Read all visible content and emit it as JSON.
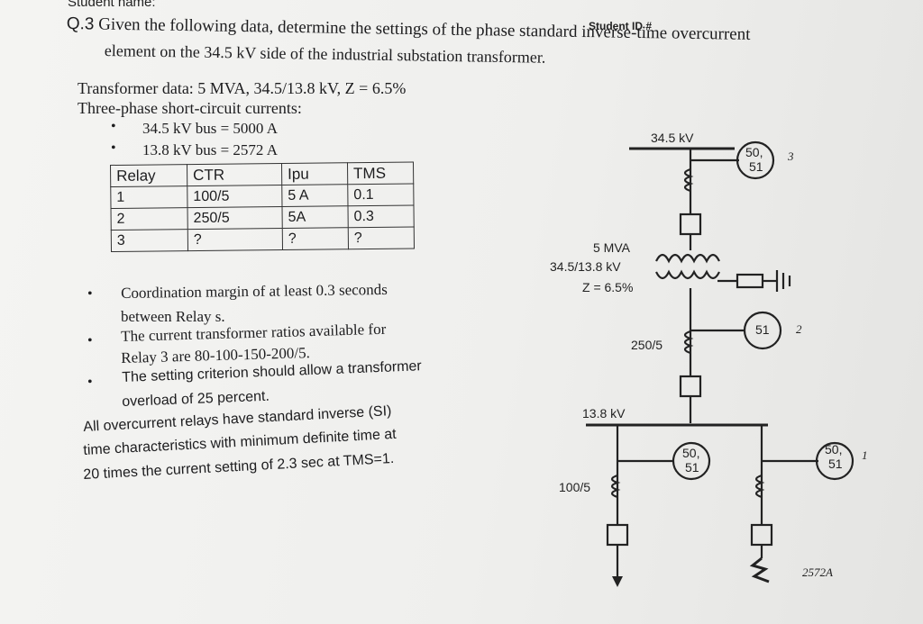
{
  "header": {
    "student_name_label": "Student name:",
    "student_id_label": "Student ID #"
  },
  "question": {
    "number": "Q.3",
    "line1": "Given the following data, determine the settings of the phase standard inverse-time overcurrent",
    "line2": "element on the 34.5 kV side of the industrial substation transformer."
  },
  "transformer_data": "Transformer data: 5 MVA, 34.5/13.8 kV, Z = 6.5%",
  "short_circuit_heading": "Three-phase short-circuit currents:",
  "short_circuit": [
    "34.5 kV bus = 5000 A",
    "13.8 kV bus = 2572 A"
  ],
  "table": {
    "headers": [
      "Relay",
      "CTR",
      "Ipu",
      "TMS"
    ],
    "rows": [
      [
        "1",
        "100/5",
        "5 A",
        "0.1"
      ],
      [
        "2",
        "250/5",
        "5A",
        "0.3"
      ],
      [
        "3",
        "?",
        "?",
        "?"
      ]
    ]
  },
  "notes": [
    {
      "line1": "Coordination margin of at least 0.3 seconds",
      "line2": "between Relay s."
    },
    {
      "line1": "The current transformer ratios available for",
      "line2": "Relay 3 are 80-100-150-200/5."
    },
    {
      "line1": "The setting criterion should allow a transformer",
      "line2": "overload of 25 percent."
    }
  ],
  "closing": {
    "line1": "All overcurrent relays have standard inverse (SI)",
    "line2": "time characteristics with minimum definite time at",
    "line3": "20 times the current setting of 2.3 sec at TMS=1."
  },
  "diagram": {
    "bus_hv": "34.5 kV",
    "bus_lv": "13.8 kV",
    "transformer_rating": "5 MVA",
    "transformer_ratio": "34.5/13.8 kV",
    "transformer_impedance": "Z = 6.5%",
    "ct_lv": "250/5",
    "ct_feeder": "100/5",
    "relay_3_label": "50, 51",
    "relay_3_top": "50,",
    "relay_3_bottom": "51",
    "relay_3_number": "3",
    "relay_2_label": "51",
    "relay_2_number": "2",
    "relay_feeder_top": "50,",
    "relay_feeder_bottom": "51",
    "relay_1_top": "50,",
    "relay_1_bottom": "51",
    "relay_1_number": "1",
    "fault_current_note": "2572A"
  }
}
